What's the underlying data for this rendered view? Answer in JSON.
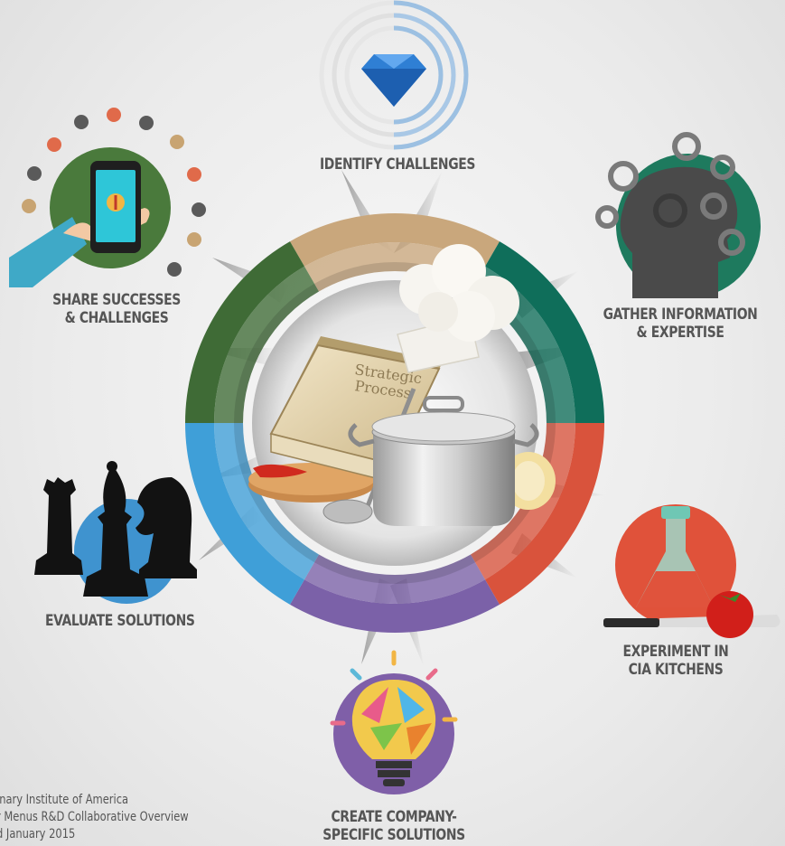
{
  "center": {
    "book_title_line1": "Strategic",
    "book_title_line2": "Process"
  },
  "steps": [
    {
      "id": "identify",
      "lines": [
        "IDENTIFY CHALLENGES"
      ]
    },
    {
      "id": "gather",
      "lines": [
        "GATHER INFORMATION",
        "& EXPERTISE"
      ]
    },
    {
      "id": "experiment",
      "lines": [
        "EXPERIMENT IN",
        "CIA KITCHENS"
      ]
    },
    {
      "id": "create",
      "lines": [
        "CREATE COMPANY-",
        "SPECIFIC SOLUTIONS"
      ]
    },
    {
      "id": "evaluate",
      "lines": [
        "EVALUATE SOLUTIONS"
      ]
    },
    {
      "id": "share",
      "lines": [
        "SHARE SUCCESSES",
        "& CHALLENGES"
      ]
    }
  ],
  "source": [
    "inary Institute of America",
    "r Menus R&D Collaborative Overview",
    "d January 2015"
  ],
  "colors": {
    "tan": "#c9a77c",
    "teal": "#0f6e5a",
    "red": "#d9533c",
    "purple": "#7b61a8",
    "blue": "#3f9fd8",
    "green": "#3f6b36",
    "label": "#555555"
  },
  "icons": [
    "diamond-icon",
    "gears-head-icon",
    "flask-icon",
    "lightbulb-icon",
    "chess-pieces-icon",
    "smartphone-icon",
    "chef-hat-icon",
    "pot-icon"
  ]
}
